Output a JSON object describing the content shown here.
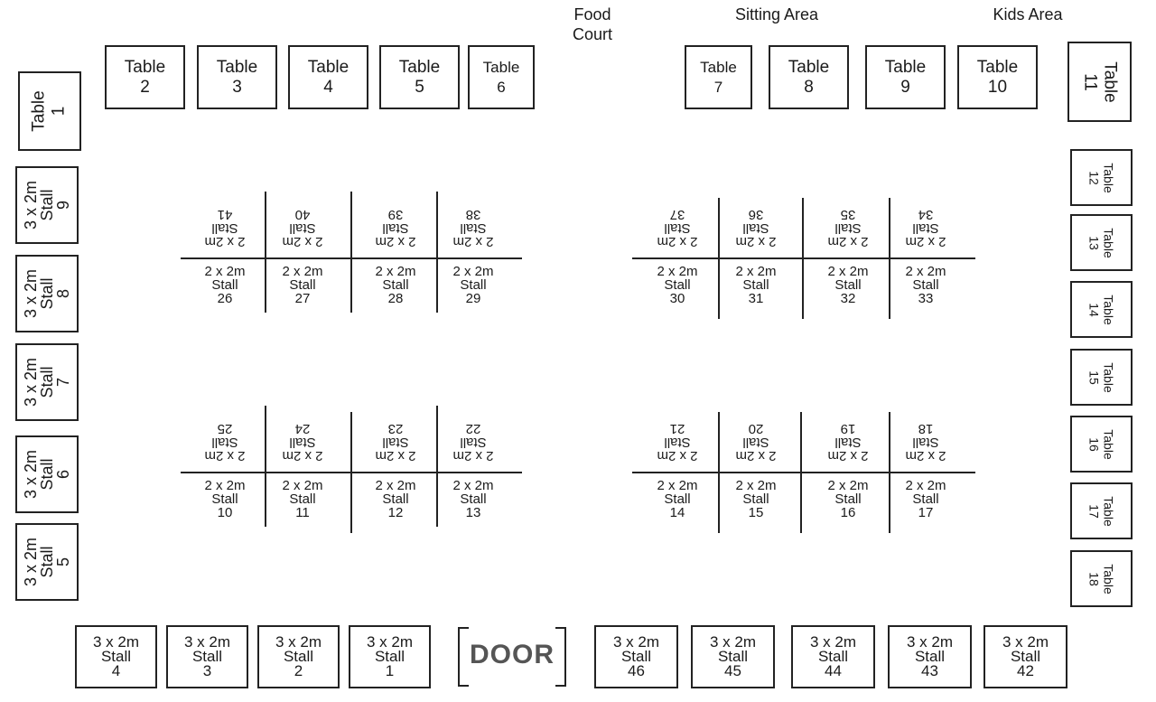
{
  "areas": {
    "food_court": "Food\nCourt",
    "sitting_area": "Sitting Area",
    "kids_area": "Kids Area"
  },
  "tables": {
    "t1": "Table\n1",
    "t2": "Table\n2",
    "t3": "Table\n3",
    "t4": "Table\n4",
    "t5": "Table\n5",
    "t6": "Table\n6",
    "t7": "Table\n7",
    "t8": "Table\n8",
    "t9": "Table\n9",
    "t10": "Table\n10",
    "t11": "Table\n11",
    "t12": "Table\n12",
    "t13": "Table\n13",
    "t14": "Table\n14",
    "t15": "Table\n15",
    "t16": "Table\n16",
    "t17": "Table\n17",
    "t18": "Table\n18"
  },
  "big_stalls": {
    "s1": "3 x 2m\nStall\n1",
    "s2": "3 x 2m\nStall\n2",
    "s3": "3 x 2m\nStall\n3",
    "s4": "3 x 2m\nStall\n4",
    "s5": "3 x 2m\nStall\n5",
    "s6": "3 x 2m\nStall\n6",
    "s7": "3 x 2m\nStall\n7",
    "s8": "3 x 2m\nStall\n8",
    "s9": "3 x 2m\nStall\n9",
    "s42": "3 x 2m\nStall\n42",
    "s43": "3 x 2m\nStall\n43",
    "s44": "3 x 2m\nStall\n44",
    "s45": "3 x 2m\nStall\n45",
    "s46": "3 x 2m\nStall\n46"
  },
  "small_stalls": {
    "s10": "2 x 2m\nStall\n10",
    "s11": "2 x 2m\nStall\n11",
    "s12": "2 x 2m\nStall\n12",
    "s13": "2 x 2m\nStall\n13",
    "s14": "2 x 2m\nStall\n14",
    "s15": "2 x 2m\nStall\n15",
    "s16": "2 x 2m\nStall\n16",
    "s17": "2 x 2m\nStall\n17",
    "s18": "2 x 2m\nStall\n18",
    "s19": "2 x 2m\nStall\n19",
    "s20": "2 x 2m\nStall\n20",
    "s21": "2 x 2m\nStall\n21",
    "s22": "2 x 2m\nStall\n22",
    "s23": "2 x 2m\nStall\n23",
    "s24": "2 x 2m\nStall\n24",
    "s25": "2 x 2m\nStall\n25",
    "s26": "2 x 2m\nStall\n26",
    "s27": "2 x 2m\nStall\n27",
    "s28": "2 x 2m\nStall\n28",
    "s29": "2 x 2m\nStall\n29",
    "s30": "2 x 2m\nStall\n30",
    "s31": "2 x 2m\nStall\n31",
    "s32": "2 x 2m\nStall\n32",
    "s33": "2 x 2m\nStall\n33",
    "s34": "2 x 2m\nStall\n34",
    "s35": "2 x 2m\nStall\n35",
    "s36": "2 x 2m\nStall\n36",
    "s37": "2 x 2m\nStall\n37",
    "s38": "2 x 2m\nStall\n38",
    "s39": "2 x 2m\nStall\n39",
    "s40": "2 x 2m\nStall\n40",
    "s41": "2 x 2m\nStall\n41"
  },
  "door": "DOOR"
}
